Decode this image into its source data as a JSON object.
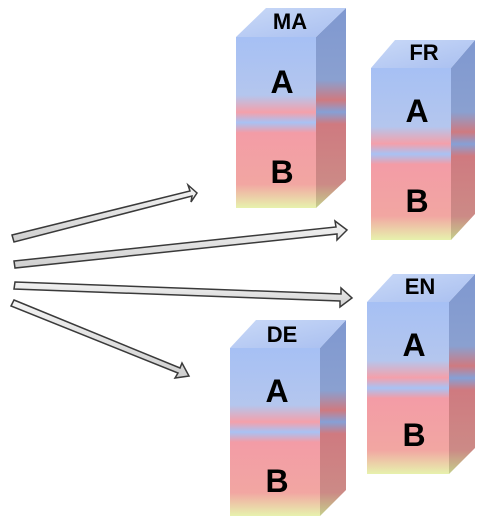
{
  "colors": {
    "top_face": "#b8cdf4",
    "front_blue": "#a6c0f4",
    "front_pink": "#f39ca6",
    "front_yellow": "#e7f2ad",
    "side_blue": "#7f98d0",
    "side_red": "#cf7a80",
    "side_yellow": "#c5d08b",
    "arrow_fill": "#e6e6e6",
    "arrow_stroke": "#3a3a3a"
  },
  "cubes": [
    {
      "id": "ma",
      "language_code": "MA",
      "block_a": "A",
      "block_b": "B"
    },
    {
      "id": "fr",
      "language_code": "FR",
      "block_a": "A",
      "block_b": "B"
    },
    {
      "id": "en",
      "language_code": "EN",
      "block_a": "A",
      "block_b": "B"
    },
    {
      "id": "de",
      "language_code": "DE",
      "block_a": "A",
      "block_b": "B"
    }
  ]
}
